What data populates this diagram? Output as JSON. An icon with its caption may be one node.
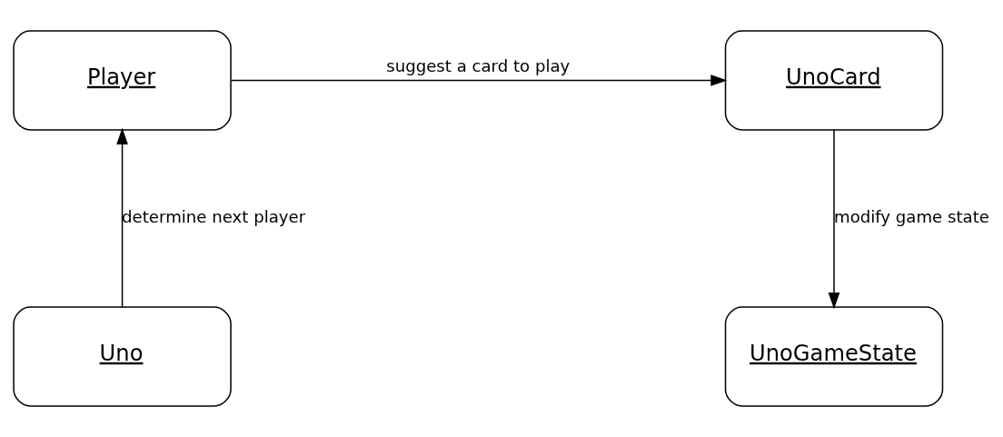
{
  "diagram": {
    "nodes": [
      {
        "text": [
          "Player"
        ]
      },
      {
        "text": [
          "UnoCard"
        ]
      },
      {
        "text": [
          "Uno"
        ]
      },
      {
        "text": [
          "UnoGameState"
        ]
      }
    ],
    "edges": [
      {
        "from": 0,
        "to": 1,
        "arrow": "to",
        "label": "suggest a card to play"
      },
      {
        "from": 1,
        "to": 3,
        "arrow": "to",
        "label": "modify game state"
      },
      {
        "from": 2,
        "to": 0,
        "arrow": "to",
        "label": "determine next player"
      }
    ]
  }
}
